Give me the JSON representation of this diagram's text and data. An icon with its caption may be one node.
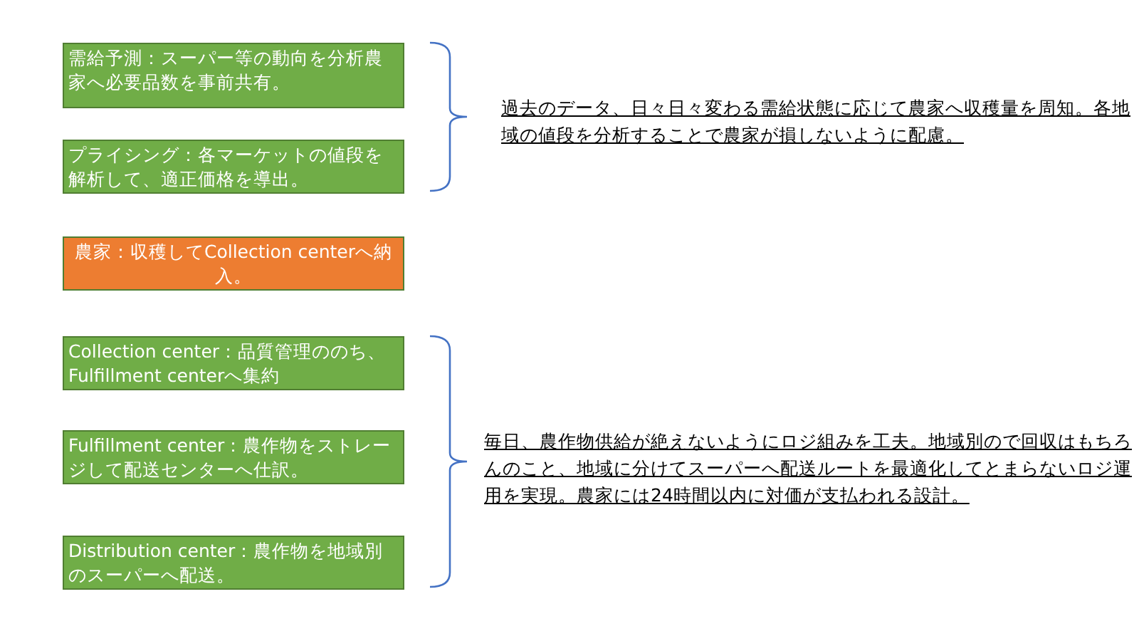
{
  "diagram": {
    "nodes": [
      {
        "text": [
          "需給予測：スーパー等の動向を分析農家へ必要品数を事前共有。"
        ]
      },
      {
        "text": [
          "プライシング：各マーケットの値段を解析して、適正価格を導出。"
        ]
      },
      {
        "text": [
          "農家：収穫してCollection centerへ納入。"
        ]
      },
      {
        "text": [
          "Collection center：品質管理ののち、Fulfillment centerへ集約"
        ]
      },
      {
        "text": [
          "Fulfillment center：農作物をストレージして配送センターへ仕訳。"
        ]
      },
      {
        "text": [
          "Distribution center：農作物を地域別のスーパーへ配送。"
        ]
      }
    ],
    "labels": [
      "過去のデータ、日々日々変わる需給状態に応じて農家へ収穫量を周知。各地域の値段を分析することで農家が損しないように配慮。",
      "毎日、農作物供給が絶えないようにロジ組みを工夫。地域別ので回収はもちろんのこと、地域に分けてスーパーへ配送ルートを最適化してとまらないロジ運用を実現。農家には24時間以内に対価が支払われる設計。"
    ]
  }
}
